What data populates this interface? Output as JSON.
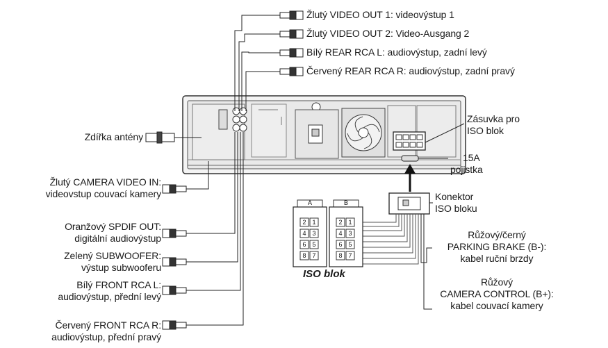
{
  "top_outputs": [
    "Žlutý VIDEO OUT 1: videovýstup 1",
    "Žlutý VIDEO OUT 2: Video-Ausgang 2",
    "Bílý REAR RCA L: audiovýstup, zadní levý",
    "Červený REAR RCA R: audiovýstup, zadní pravý"
  ],
  "antenna_label": "Zdířka antény",
  "left_outputs": [
    {
      "line1": "Žlutý CAMERA VIDEO IN:",
      "line2": "videovstup couvací kamery"
    },
    {
      "line1": "Oranžový SPDIF OUT:",
      "line2": "digitální audiovýstup"
    },
    {
      "line1": "Zelený SUBWOOFER:",
      "line2": "výstup subwooferu"
    },
    {
      "line1": "Bílý FRONT RCA L:",
      "line2": "audiovýstup, přední levý"
    },
    {
      "line1": "Červený FRONT RCA R:",
      "line2": "audiovýstup, přední pravý"
    }
  ],
  "socket_label": {
    "line1": "Zásuvka pro",
    "line2": "ISO blok"
  },
  "fuse_label": {
    "line1": "15A",
    "line2": "pojistka"
  },
  "connector_label": {
    "line1": "Konektor",
    "line2": "ISO bloku"
  },
  "parking_label": {
    "line1": "Růžový/černý",
    "line2": "PARKING BRAKE (B-):",
    "line3": "kabel ruční brzdy"
  },
  "camera_label": {
    "line1": "Růžový",
    "line2": "CAMERA CONTROL (B+):",
    "line3": "kabel couvací kamery"
  },
  "iso_block": {
    "title": "ISO blok",
    "column_a": "A",
    "column_b": "B",
    "pins": [
      [
        "2",
        "1"
      ],
      [
        "4",
        "3"
      ],
      [
        "6",
        "5"
      ],
      [
        "8",
        "7"
      ]
    ]
  }
}
